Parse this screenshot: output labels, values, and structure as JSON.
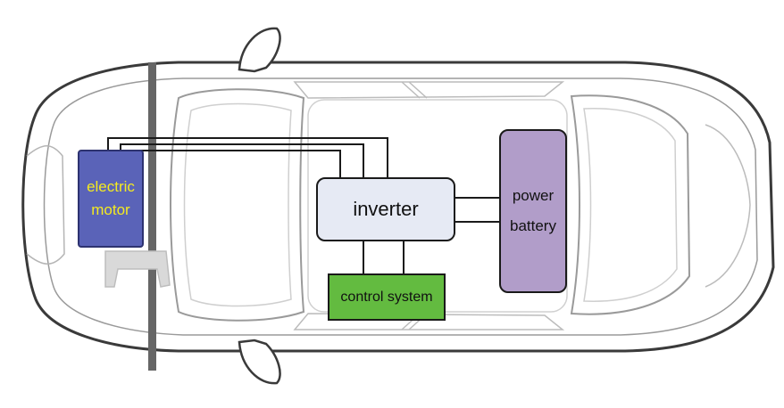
{
  "diagram": {
    "nodes": {
      "motor": {
        "line1": "electric",
        "line2": "motor"
      },
      "inverter": {
        "label": "inverter"
      },
      "battery": {
        "line1": "power",
        "line2": "battery"
      },
      "control": {
        "label": "control system"
      }
    },
    "edges": [
      {
        "from": "inverter",
        "to": "motor",
        "count": 3
      },
      {
        "from": "inverter",
        "to": "battery",
        "count": 2
      },
      {
        "from": "inverter",
        "to": "control",
        "count": 2
      }
    ],
    "colors": {
      "motor": "#5a63b8",
      "motor_text": "#f4ea20",
      "inverter": "#e6eaf4",
      "battery": "#b19dc9",
      "control": "#63bb40",
      "car_outline": "#3a3a3a",
      "axle": "#666666"
    }
  }
}
